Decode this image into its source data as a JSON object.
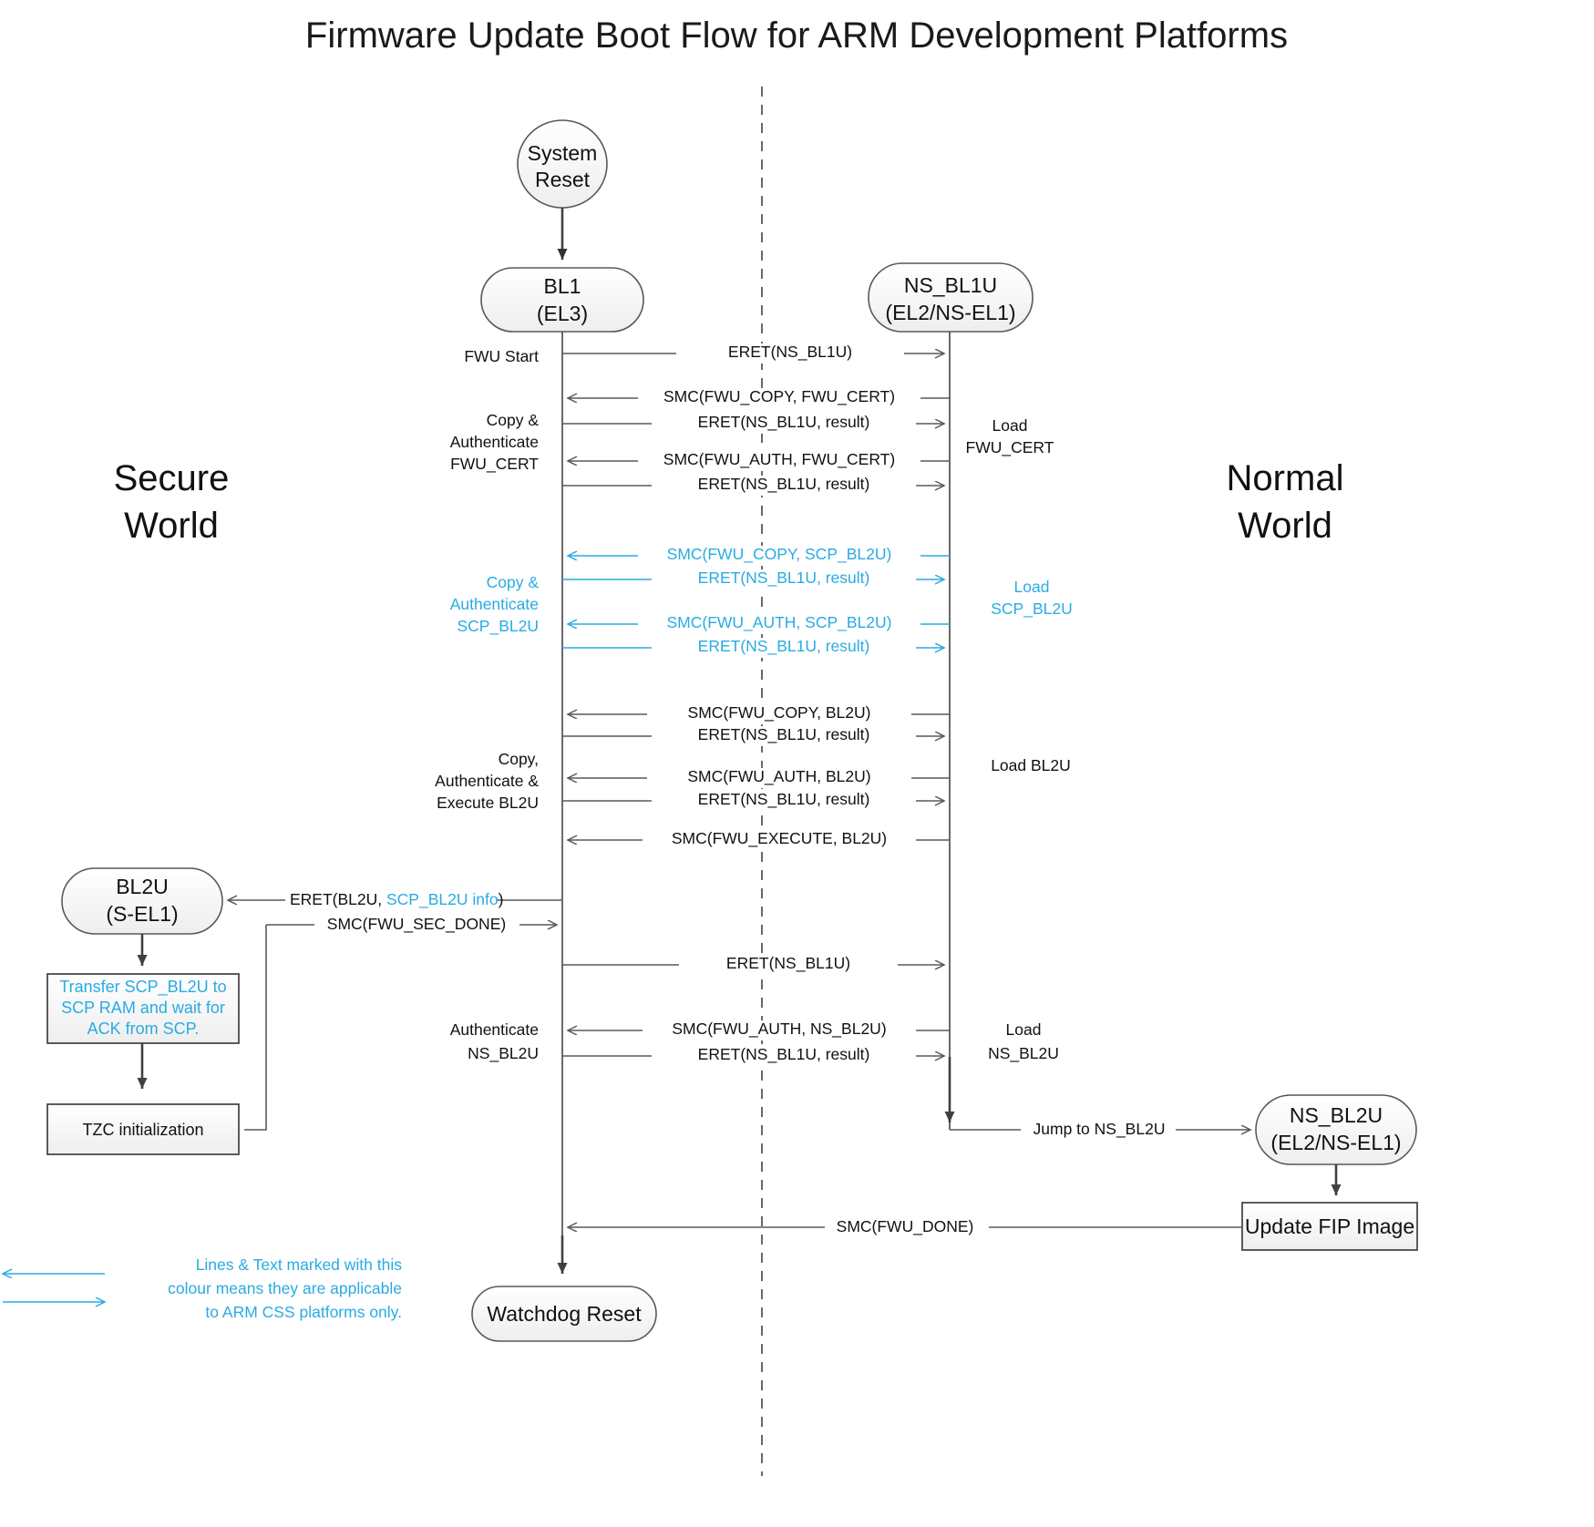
{
  "title": "Firmware Update Boot Flow for ARM Development Platforms",
  "colors": {
    "accent_cyan": "#29ABE2",
    "line_gray": "#595959",
    "text": "#111111",
    "node_fill": "#f4f4f4"
  },
  "worlds": {
    "secure_line1": "Secure",
    "secure_line2": "World",
    "normal_line1": "Normal",
    "normal_line2": "World"
  },
  "nodes": {
    "system_reset_l1": "System",
    "system_reset_l2": "Reset",
    "bl1_l1": "BL1",
    "bl1_l2": "(EL3)",
    "nsbl1u_l1": "NS_BL1U",
    "nsbl1u_l2": "(EL2/NS-EL1)",
    "bl2u_l1": "BL2U",
    "bl2u_l2": "(S-EL1)",
    "nsbl2u_l1": "NS_BL2U",
    "nsbl2u_l2": "(EL2/NS-EL1)",
    "watchdog_reset": "Watchdog Reset",
    "update_fip": "Update FIP Image",
    "tzc_init": "TZC initialization",
    "transfer_l1": "Transfer SCP_BL2U to",
    "transfer_l2": "SCP RAM and wait for",
    "transfer_l3": "ACK from SCP."
  },
  "left_labels": [
    {
      "id": "fwu-start",
      "lines": [
        "FWU Start"
      ],
      "cyan": false
    },
    {
      "id": "copy-auth-fwu-cert",
      "lines": [
        "Copy &",
        "Authenticate",
        "FWU_CERT"
      ],
      "cyan": false
    },
    {
      "id": "copy-auth-scp-bl2u",
      "lines": [
        "Copy &",
        "Authenticate",
        "SCP_BL2U"
      ],
      "cyan": true
    },
    {
      "id": "copy-auth-exec-bl2u",
      "lines": [
        "Copy,",
        "Authenticate &",
        "Execute BL2U"
      ],
      "cyan": false
    },
    {
      "id": "authenticate-ns-bl2u",
      "lines": [
        "Authenticate",
        "NS_BL2U"
      ],
      "cyan": false
    }
  ],
  "right_labels": [
    {
      "id": "load-fwu-cert",
      "lines": [
        "Load",
        "FWU_CERT"
      ],
      "cyan": false
    },
    {
      "id": "load-scp-bl2u",
      "lines": [
        "Load",
        "SCP_BL2U"
      ],
      "cyan": true
    },
    {
      "id": "load-bl2u",
      "lines": [
        "Load BL2U"
      ],
      "cyan": false
    },
    {
      "id": "load-ns-bl2u",
      "lines": [
        "Load",
        "NS_BL2U"
      ],
      "cyan": false
    }
  ],
  "messages": [
    {
      "id": "m1",
      "text": "ERET(NS_BL1U)",
      "dir": "right",
      "cyan": false
    },
    {
      "id": "m2",
      "text": "SMC(FWU_COPY, FWU_CERT)",
      "dir": "left",
      "cyan": false
    },
    {
      "id": "m3",
      "text": "ERET(NS_BL1U, result)",
      "dir": "right",
      "cyan": false
    },
    {
      "id": "m4",
      "text": "SMC(FWU_AUTH, FWU_CERT)",
      "dir": "left",
      "cyan": false
    },
    {
      "id": "m5",
      "text": "ERET(NS_BL1U, result)",
      "dir": "right",
      "cyan": false
    },
    {
      "id": "m6",
      "text": "SMC(FWU_COPY, SCP_BL2U)",
      "dir": "left",
      "cyan": true
    },
    {
      "id": "m7",
      "text": "ERET(NS_BL1U, result)",
      "dir": "right",
      "cyan": true
    },
    {
      "id": "m8",
      "text": "SMC(FWU_AUTH, SCP_BL2U)",
      "dir": "left",
      "cyan": true
    },
    {
      "id": "m9",
      "text": "ERET(NS_BL1U, result)",
      "dir": "right",
      "cyan": true
    },
    {
      "id": "m10",
      "text": "SMC(FWU_COPY, BL2U)",
      "dir": "left",
      "cyan": false
    },
    {
      "id": "m11",
      "text": "ERET(NS_BL1U, result)",
      "dir": "right",
      "cyan": false
    },
    {
      "id": "m12",
      "text": "SMC(FWU_AUTH, BL2U)",
      "dir": "left",
      "cyan": false
    },
    {
      "id": "m13",
      "text": "ERET(NS_BL1U, result)",
      "dir": "right",
      "cyan": false
    },
    {
      "id": "m14",
      "text": "SMC(FWU_EXECUTE, BL2U)",
      "dir": "left",
      "cyan": false
    },
    {
      "id": "m15",
      "text": "ERET(NS_BL1U)",
      "dir": "right",
      "cyan": false
    },
    {
      "id": "m16",
      "text": "SMC(FWU_AUTH, NS_BL2U)",
      "dir": "left",
      "cyan": false
    },
    {
      "id": "m17",
      "text": "ERET(NS_BL1U, result)",
      "dir": "right",
      "cyan": false
    }
  ],
  "special_messages": {
    "eret_bl2u_plain": "ERET(BL2U, ",
    "eret_bl2u_cyan": "SCP_BL2U info",
    "eret_bl2u_tail": ")",
    "smc_fwu_sec_done": "SMC(FWU_SEC_DONE)",
    "jump_to_ns_bl2u": "Jump to NS_BL2U",
    "smc_fwu_done": "SMC(FWU_DONE)"
  },
  "legend": {
    "line1": "Lines & Text marked with this",
    "line2": "colour means they are applicable",
    "line3": "to ARM CSS platforms only."
  }
}
